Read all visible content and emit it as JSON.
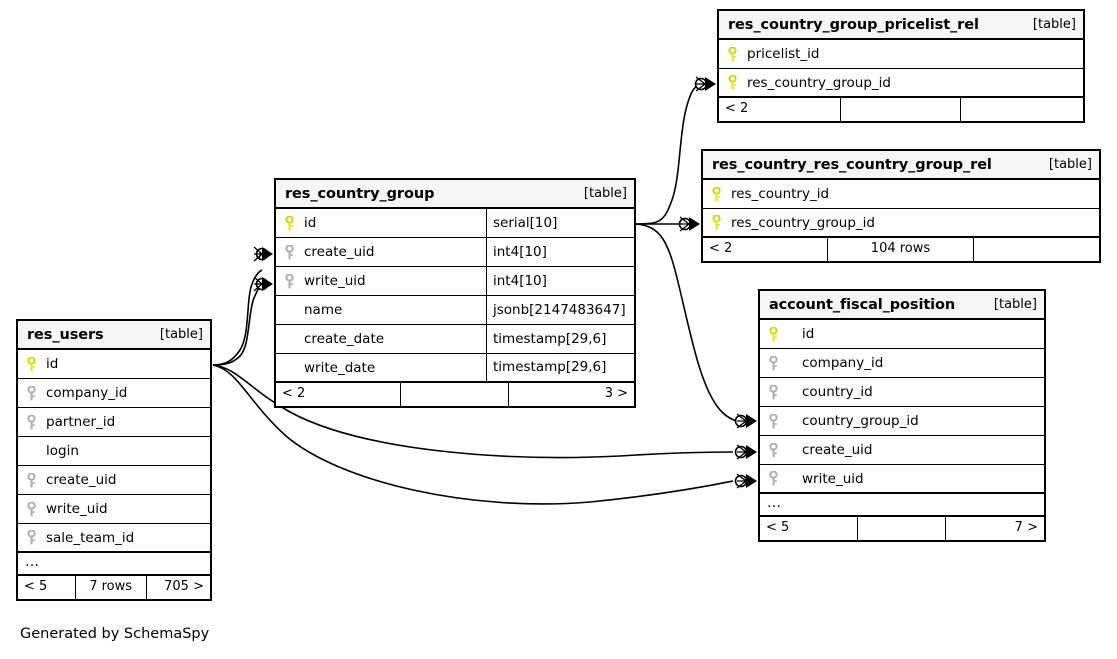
{
  "diagram": {
    "credit": "Generated by SchemaSpy",
    "table_tag": "[table]",
    "ellipsis": "…",
    "colors": {
      "primary_key": "#e8e800",
      "foreign_key": "#b0b0b0",
      "border": "#000000",
      "header_bg": "#f5f5f5",
      "background": "#ffffff"
    }
  },
  "tables": [
    {
      "id": "res_country_group_pricelist_rel",
      "name": "res_country_group_pricelist_rel",
      "tag": "[table]",
      "columns": [
        {
          "name": "pricelist_id",
          "key": "primary",
          "type": ""
        },
        {
          "name": "res_country_group_id",
          "key": "primary",
          "type": ""
        }
      ],
      "has_ellipsis": false,
      "footer": {
        "left": "< 2",
        "middle": "",
        "right": ""
      }
    },
    {
      "id": "res_country_res_country_group_rel",
      "name": "res_country_res_country_group_rel",
      "tag": "[table]",
      "columns": [
        {
          "name": "res_country_id",
          "key": "primary",
          "type": ""
        },
        {
          "name": "res_country_group_id",
          "key": "primary",
          "type": ""
        }
      ],
      "has_ellipsis": false,
      "footer": {
        "left": "< 2",
        "middle": "104 rows",
        "right": ""
      }
    },
    {
      "id": "account_fiscal_position",
      "name": "account_fiscal_position",
      "tag": "[table]",
      "columns": [
        {
          "name": "id",
          "key": "primary",
          "type": ""
        },
        {
          "name": "company_id",
          "key": "foreign",
          "type": ""
        },
        {
          "name": "country_id",
          "key": "foreign",
          "type": ""
        },
        {
          "name": "country_group_id",
          "key": "foreign",
          "type": ""
        },
        {
          "name": "create_uid",
          "key": "foreign",
          "type": ""
        },
        {
          "name": "write_uid",
          "key": "foreign",
          "type": ""
        }
      ],
      "has_ellipsis": true,
      "footer": {
        "left": "< 5",
        "middle": "",
        "right": "7 >"
      }
    },
    {
      "id": "res_country_group",
      "name": "res_country_group",
      "tag": "[table]",
      "columns": [
        {
          "name": "id",
          "key": "primary",
          "type": "serial[10]"
        },
        {
          "name": "create_uid",
          "key": "foreign",
          "type": "int4[10]"
        },
        {
          "name": "write_uid",
          "key": "foreign",
          "type": "int4[10]"
        },
        {
          "name": "name",
          "key": "none",
          "type": "jsonb[2147483647]"
        },
        {
          "name": "create_date",
          "key": "none",
          "type": "timestamp[29,6]"
        },
        {
          "name": "write_date",
          "key": "none",
          "type": "timestamp[29,6]"
        }
      ],
      "has_ellipsis": false,
      "footer": {
        "left": "< 2",
        "middle": "",
        "right": "3 >"
      }
    },
    {
      "id": "res_users",
      "name": "res_users",
      "tag": "[table]",
      "columns": [
        {
          "name": "id",
          "key": "primary",
          "type": ""
        },
        {
          "name": "company_id",
          "key": "foreign",
          "type": ""
        },
        {
          "name": "partner_id",
          "key": "foreign",
          "type": ""
        },
        {
          "name": "login",
          "key": "none",
          "type": ""
        },
        {
          "name": "create_uid",
          "key": "foreign",
          "type": ""
        },
        {
          "name": "write_uid",
          "key": "foreign",
          "type": ""
        },
        {
          "name": "sale_team_id",
          "key": "foreign",
          "type": ""
        }
      ],
      "has_ellipsis": true,
      "footer": {
        "left": "< 5",
        "middle": "7 rows",
        "right": "705 >"
      }
    }
  ]
}
